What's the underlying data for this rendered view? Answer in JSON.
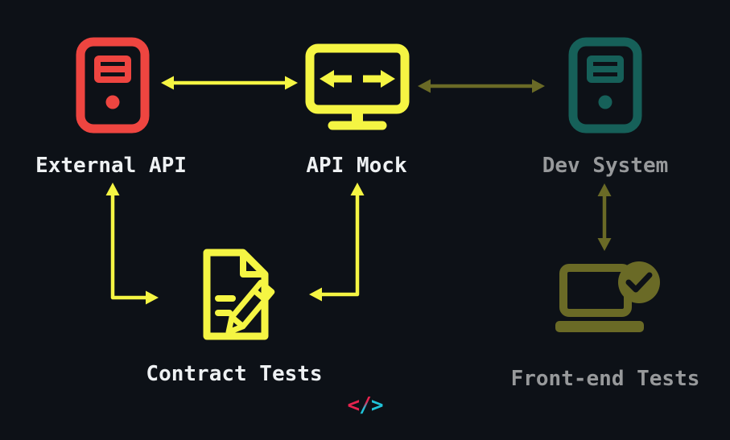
{
  "colors": {
    "bg": "#0d1117",
    "red": "#ee4540",
    "yellow": "#f5f543",
    "teal": "#166059",
    "olive": "#6a6a26",
    "label": "#eef1f3",
    "label_dimmed": "#97999b",
    "logo_red": "#e8234e",
    "logo_cyan": "#1fc3d9"
  },
  "nodes": [
    {
      "id": "external-api",
      "label": "External API",
      "icon": "server-icon",
      "accent": "red",
      "dimmed": false
    },
    {
      "id": "api-mock",
      "label": "API Mock",
      "icon": "monitor-sync-arrows-icon",
      "accent": "yellow",
      "dimmed": false
    },
    {
      "id": "dev-system",
      "label": "Dev System",
      "icon": "server-icon",
      "accent": "teal",
      "dimmed": true
    },
    {
      "id": "contract-tests",
      "label": "Contract Tests",
      "icon": "document-pencil-icon",
      "accent": "yellow",
      "dimmed": false
    },
    {
      "id": "front-end-tests",
      "label": "Front-end Tests",
      "icon": "laptop-check-icon",
      "accent": "olive",
      "dimmed": true
    }
  ],
  "edges": [
    {
      "from": "external-api",
      "to": "api-mock",
      "direction": "bidirectional",
      "color": "yellow"
    },
    {
      "from": "api-mock",
      "to": "dev-system",
      "direction": "bidirectional",
      "color": "olive"
    },
    {
      "from": "dev-system",
      "to": "front-end-tests",
      "direction": "bidirectional",
      "color": "olive"
    },
    {
      "from": "contract-tests",
      "to": "external-api",
      "direction": "bidirectional",
      "color": "yellow"
    },
    {
      "from": "contract-tests",
      "to": "api-mock",
      "direction": "bidirectional",
      "color": "yellow"
    }
  ],
  "logo": {
    "open_bracket": "<",
    "slash": "/",
    "close_bracket": ">"
  }
}
